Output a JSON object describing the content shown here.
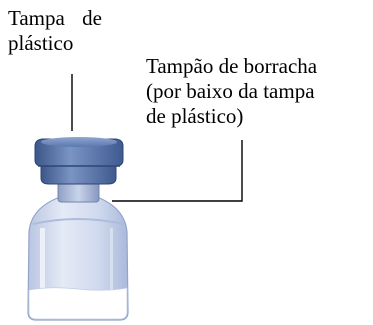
{
  "labels": {
    "plastic_cap": {
      "line1": "Tampa de",
      "line2": "plástico"
    },
    "rubber_stopper": {
      "line1": "Tampão de borracha",
      "line2": "(por baixo da tampa",
      "line3": "de plástico)"
    }
  },
  "colors": {
    "cap_blue": "#5b79ad",
    "cap_dark": "#3c5688",
    "glass_tint": "#d6deef",
    "glass_edge": "#9fb0d0",
    "powder": "#ffffff",
    "leader_line": "#000000"
  }
}
